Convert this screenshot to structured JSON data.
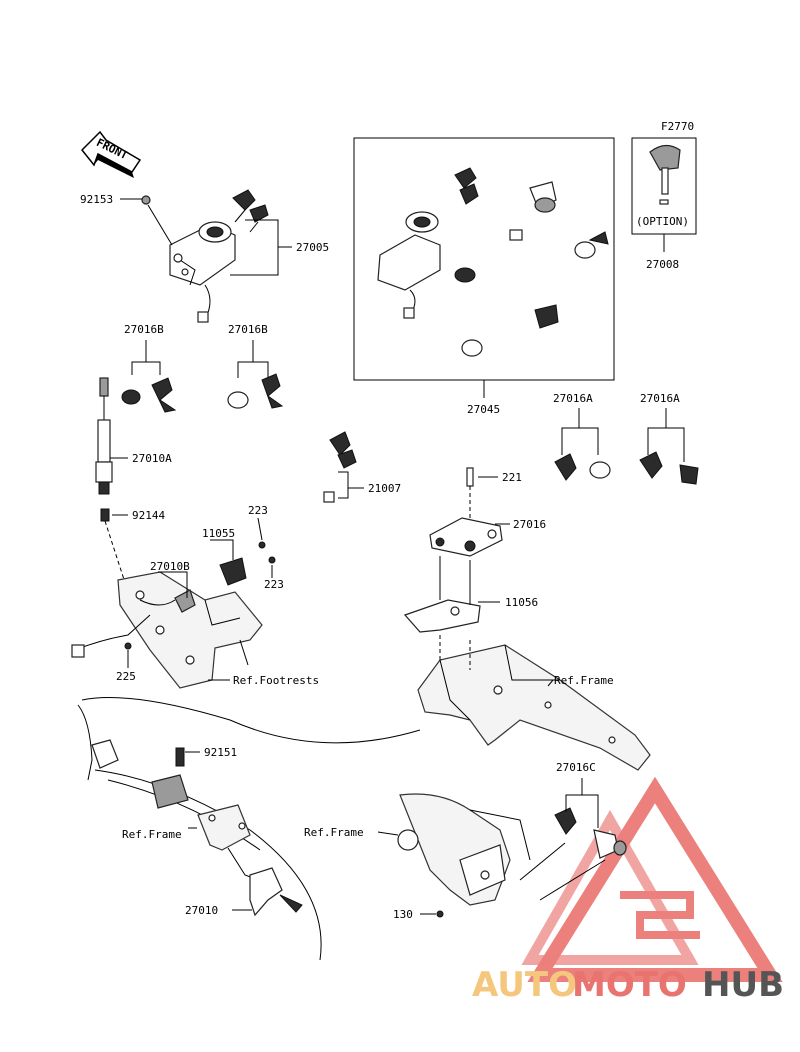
{
  "diagram_code": "F2770",
  "front_label": "FRONT",
  "option_label": "(OPTION)",
  "watermark": {
    "part1": "AUTO",
    "part2": "MOTO",
    "part3": "HUB",
    "color1": "#f5c77e",
    "color2": "#e8736f",
    "color3": "#555555",
    "logo_color": "#e86a66"
  },
  "parts": {
    "p92153": "92153",
    "p27005": "27005",
    "p27016B_1": "27016B",
    "p27016B_2": "27016B",
    "p27010A": "27010A",
    "p92144": "92144",
    "p11055": "11055",
    "p223_1": "223",
    "p27010B": "27010B",
    "p223_2": "223",
    "p225": "225",
    "p21007": "21007",
    "p27045": "27045",
    "p27008": "27008",
    "p27016A_1": "27016A",
    "p27016A_2": "27016A",
    "p221": "221",
    "p27016": "27016",
    "p11056": "11056",
    "p92151": "92151",
    "p27016C": "27016C",
    "p27010": "27010",
    "p130": "130"
  },
  "refs": {
    "footrests": "Ref.Footrests",
    "frame_1": "Ref.Frame",
    "frame_2": "Ref.Frame",
    "frame_3": "Ref.Frame"
  }
}
